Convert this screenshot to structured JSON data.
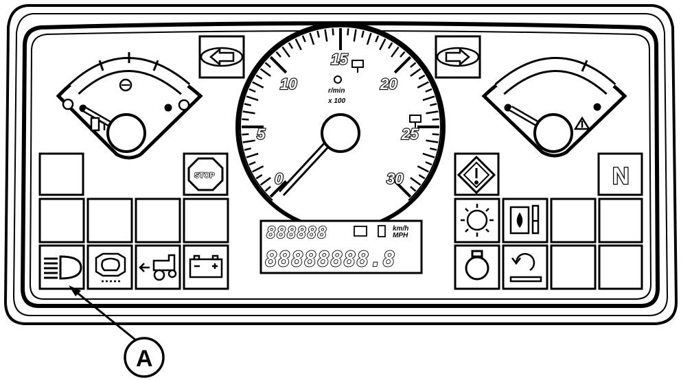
{
  "tachometer": {
    "labels": [
      "0",
      "5",
      "10",
      "15",
      "20",
      "25",
      "30"
    ],
    "unit_line1": "r/min",
    "unit_line2": "x 100"
  },
  "lcd": {
    "top_digits": "888888",
    "units_line1": "km/h",
    "units_line2": "MPH",
    "bottom_digits": "88888888.8"
  },
  "stop_label": "STOP",
  "neutral_label": "N",
  "callout_label": "A",
  "icons": {
    "left_turn": "left-arrow-indicator-icon",
    "right_turn": "right-arrow-indicator-icon",
    "fuel": "fuel-pump-icon",
    "coolant_temp": "engine-temperature-icon",
    "stop": "stop-sign-icon",
    "high_beam": "high-beam-headlight-icon",
    "air_filter": "air-filter-icon",
    "trailer": "trailer-icon",
    "battery": "battery-icon",
    "warning": "warning-diamond-icon",
    "neutral": "neutral-icon",
    "glow_plug": "glow-plug-icon",
    "hydraulic": "hydraulic-oil-icon",
    "engine_oil": "engine-oil-icon",
    "pto": "pto-icon"
  }
}
